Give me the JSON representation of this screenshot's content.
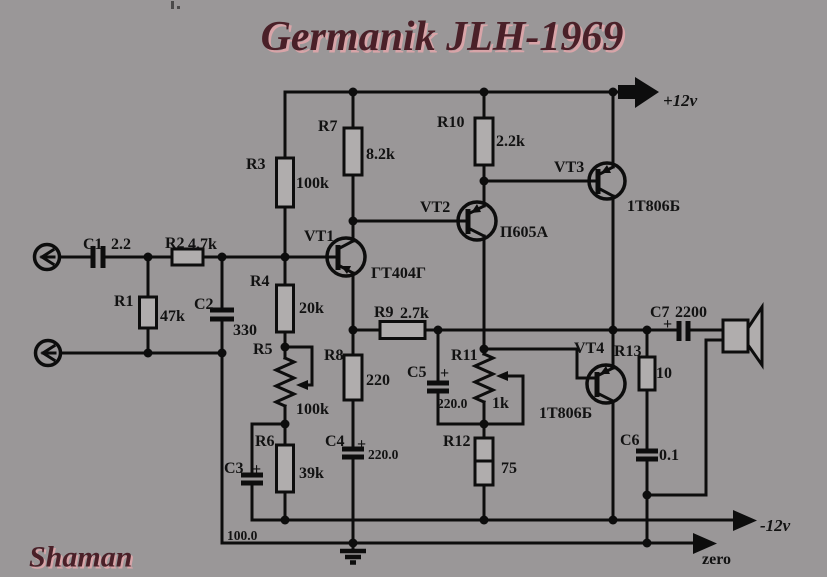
{
  "title": "Germanik JLH-1969",
  "signature": "Shaman",
  "power_labels": {
    "plus": "+12v",
    "minus": "-12v",
    "zero": "zero"
  },
  "colors": {
    "background": "#9a9798",
    "ink": "#0d0d0d",
    "title": "#4a2028",
    "title_highlight": "#d8a4a8",
    "resistor_fill": "#b0adad"
  },
  "components": {
    "c1": {
      "label": "C1",
      "value": "2.2"
    },
    "r1": {
      "label": "R1",
      "value": "47k"
    },
    "r2": {
      "label": "R2",
      "value": "4.7k"
    },
    "c2": {
      "label": "C2",
      "value": "330"
    },
    "r3": {
      "label": "R3",
      "value": "100k"
    },
    "r4": {
      "label": "R4",
      "value": "20k"
    },
    "r5": {
      "label": "R5",
      "value": "100k"
    },
    "r6": {
      "label": "R6",
      "value": "39k"
    },
    "c3": {
      "label": "C3",
      "value": "100.0",
      "polarity": "+"
    },
    "r7": {
      "label": "R7",
      "value": "8.2k"
    },
    "r8": {
      "label": "R8",
      "value": "220"
    },
    "c4": {
      "label": "C4",
      "value": "220.0",
      "polarity": "+"
    },
    "r9": {
      "label": "R9",
      "value": "2.7k"
    },
    "r10": {
      "label": "R10",
      "value": "2.2k"
    },
    "c5": {
      "label": "C5",
      "value": "220.0",
      "polarity": "+"
    },
    "r11": {
      "label": "R11",
      "value": "1k"
    },
    "r12": {
      "label": "R12",
      "value": "75",
      "mark": "–"
    },
    "r13": {
      "label": "R13",
      "value": "10"
    },
    "c6": {
      "label": "C6",
      "value": "0.1"
    },
    "c7": {
      "label": "C7",
      "value": "2200",
      "polarity": "+"
    },
    "vt1": {
      "label": "VT1",
      "value": "ГТ404Г"
    },
    "vt2": {
      "label": "VT2",
      "value": "П605А"
    },
    "vt3": {
      "label": "VT3",
      "value": "1Т806Б"
    },
    "vt4": {
      "label": "VT4",
      "value": "1Т806Б"
    }
  }
}
